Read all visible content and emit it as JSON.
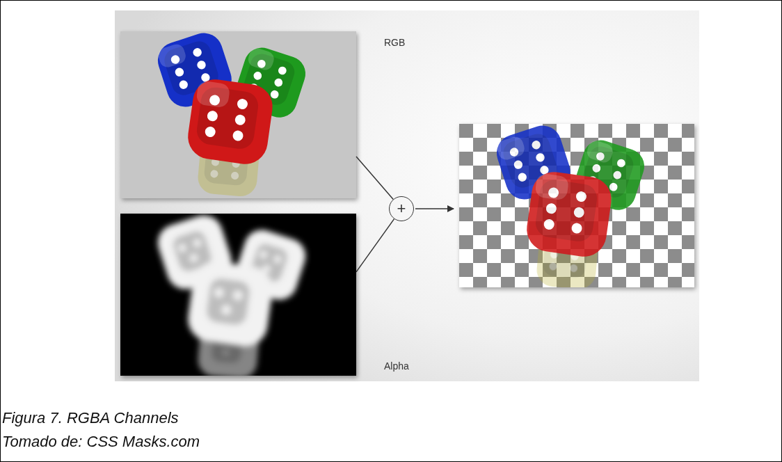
{
  "diagram": {
    "caption": "Figura 7. RGBA Channels",
    "nodes": [
      {
        "text": [
          "RGB"
        ]
      },
      {
        "text": [
          "Alpha"
        ]
      },
      {
        "text": [
          "+"
        ]
      }
    ],
    "edges": [
      {
        "from": 0,
        "to": 2,
        "arrow": "none"
      },
      {
        "from": 1,
        "to": 2,
        "arrow": "none"
      }
    ],
    "labels": [
      "Tomado de: CSS Masks.com"
    ]
  }
}
